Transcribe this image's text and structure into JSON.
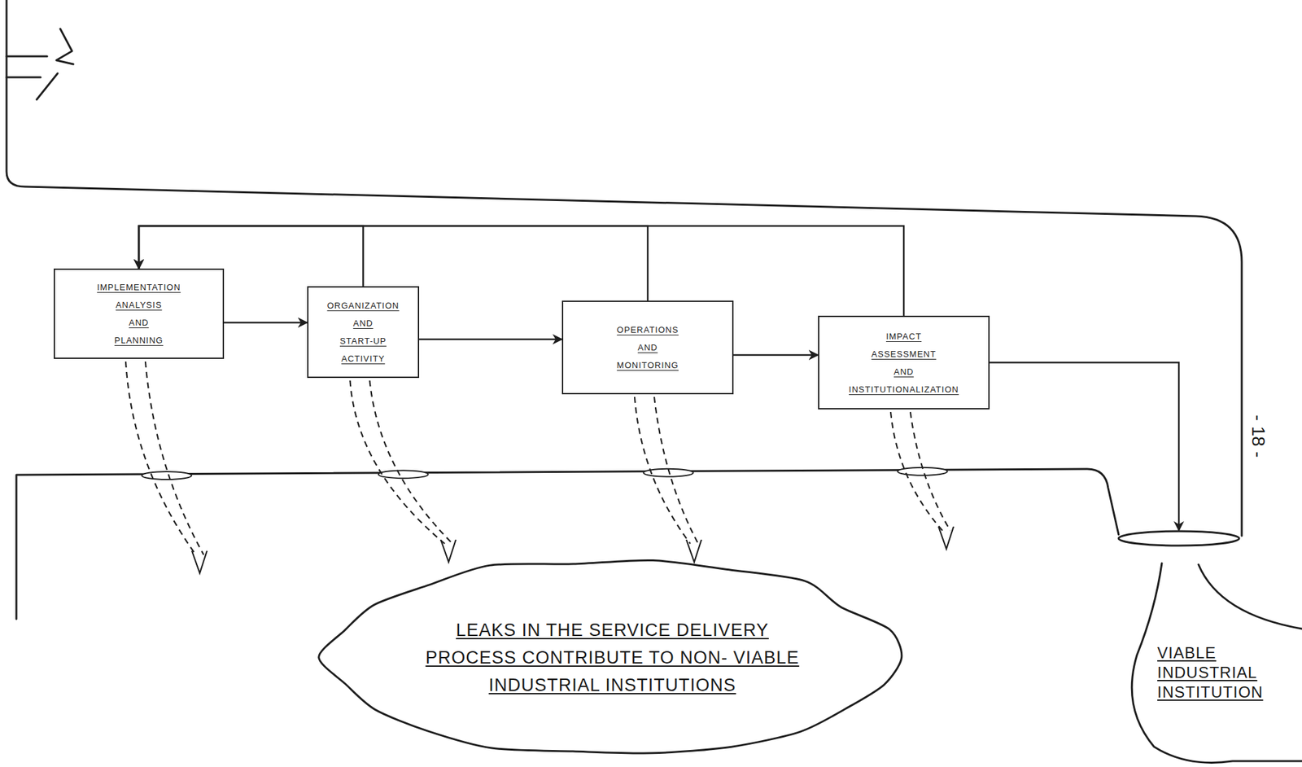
{
  "diagram": {
    "nodes": [
      {
        "text": [
          "IMPLEMENTATION ANALYSIS AND PLANNING"
        ]
      },
      {
        "text": [
          "ORGANIZATION AND START-UP ACTIVITY"
        ]
      },
      {
        "text": [
          "OPERATIONS AND MONITORING"
        ]
      },
      {
        "text": [
          "IMPACT ASSESSMENT AND INSTITUTIONALIZATION"
        ]
      },
      {
        "text": [
          "LEAKS IN THE SERVICE DELIVERY PROCESS CONTRIBUTE TO NON- VIABLE INDUSTRIAL INSTITUTIONS"
        ]
      },
      {
        "text": [
          "VIABLE INDUSTRIAL INSTITUTION"
        ]
      }
    ],
    "edges": [
      {
        "from": 0,
        "to": 1,
        "arrow": "to"
      },
      {
        "from": 1,
        "to": 2,
        "arrow": "to"
      },
      {
        "from": 2,
        "to": 3,
        "arrow": "to"
      },
      {
        "from": 1,
        "to": 0,
        "arrow": "to"
      },
      {
        "from": 2,
        "to": 0,
        "arrow": "to"
      },
      {
        "from": 3,
        "to": 0,
        "arrow": "to"
      },
      {
        "from": 3,
        "to": 5,
        "arrow": "to"
      }
    ],
    "labels": [
      "- 18 -"
    ]
  }
}
